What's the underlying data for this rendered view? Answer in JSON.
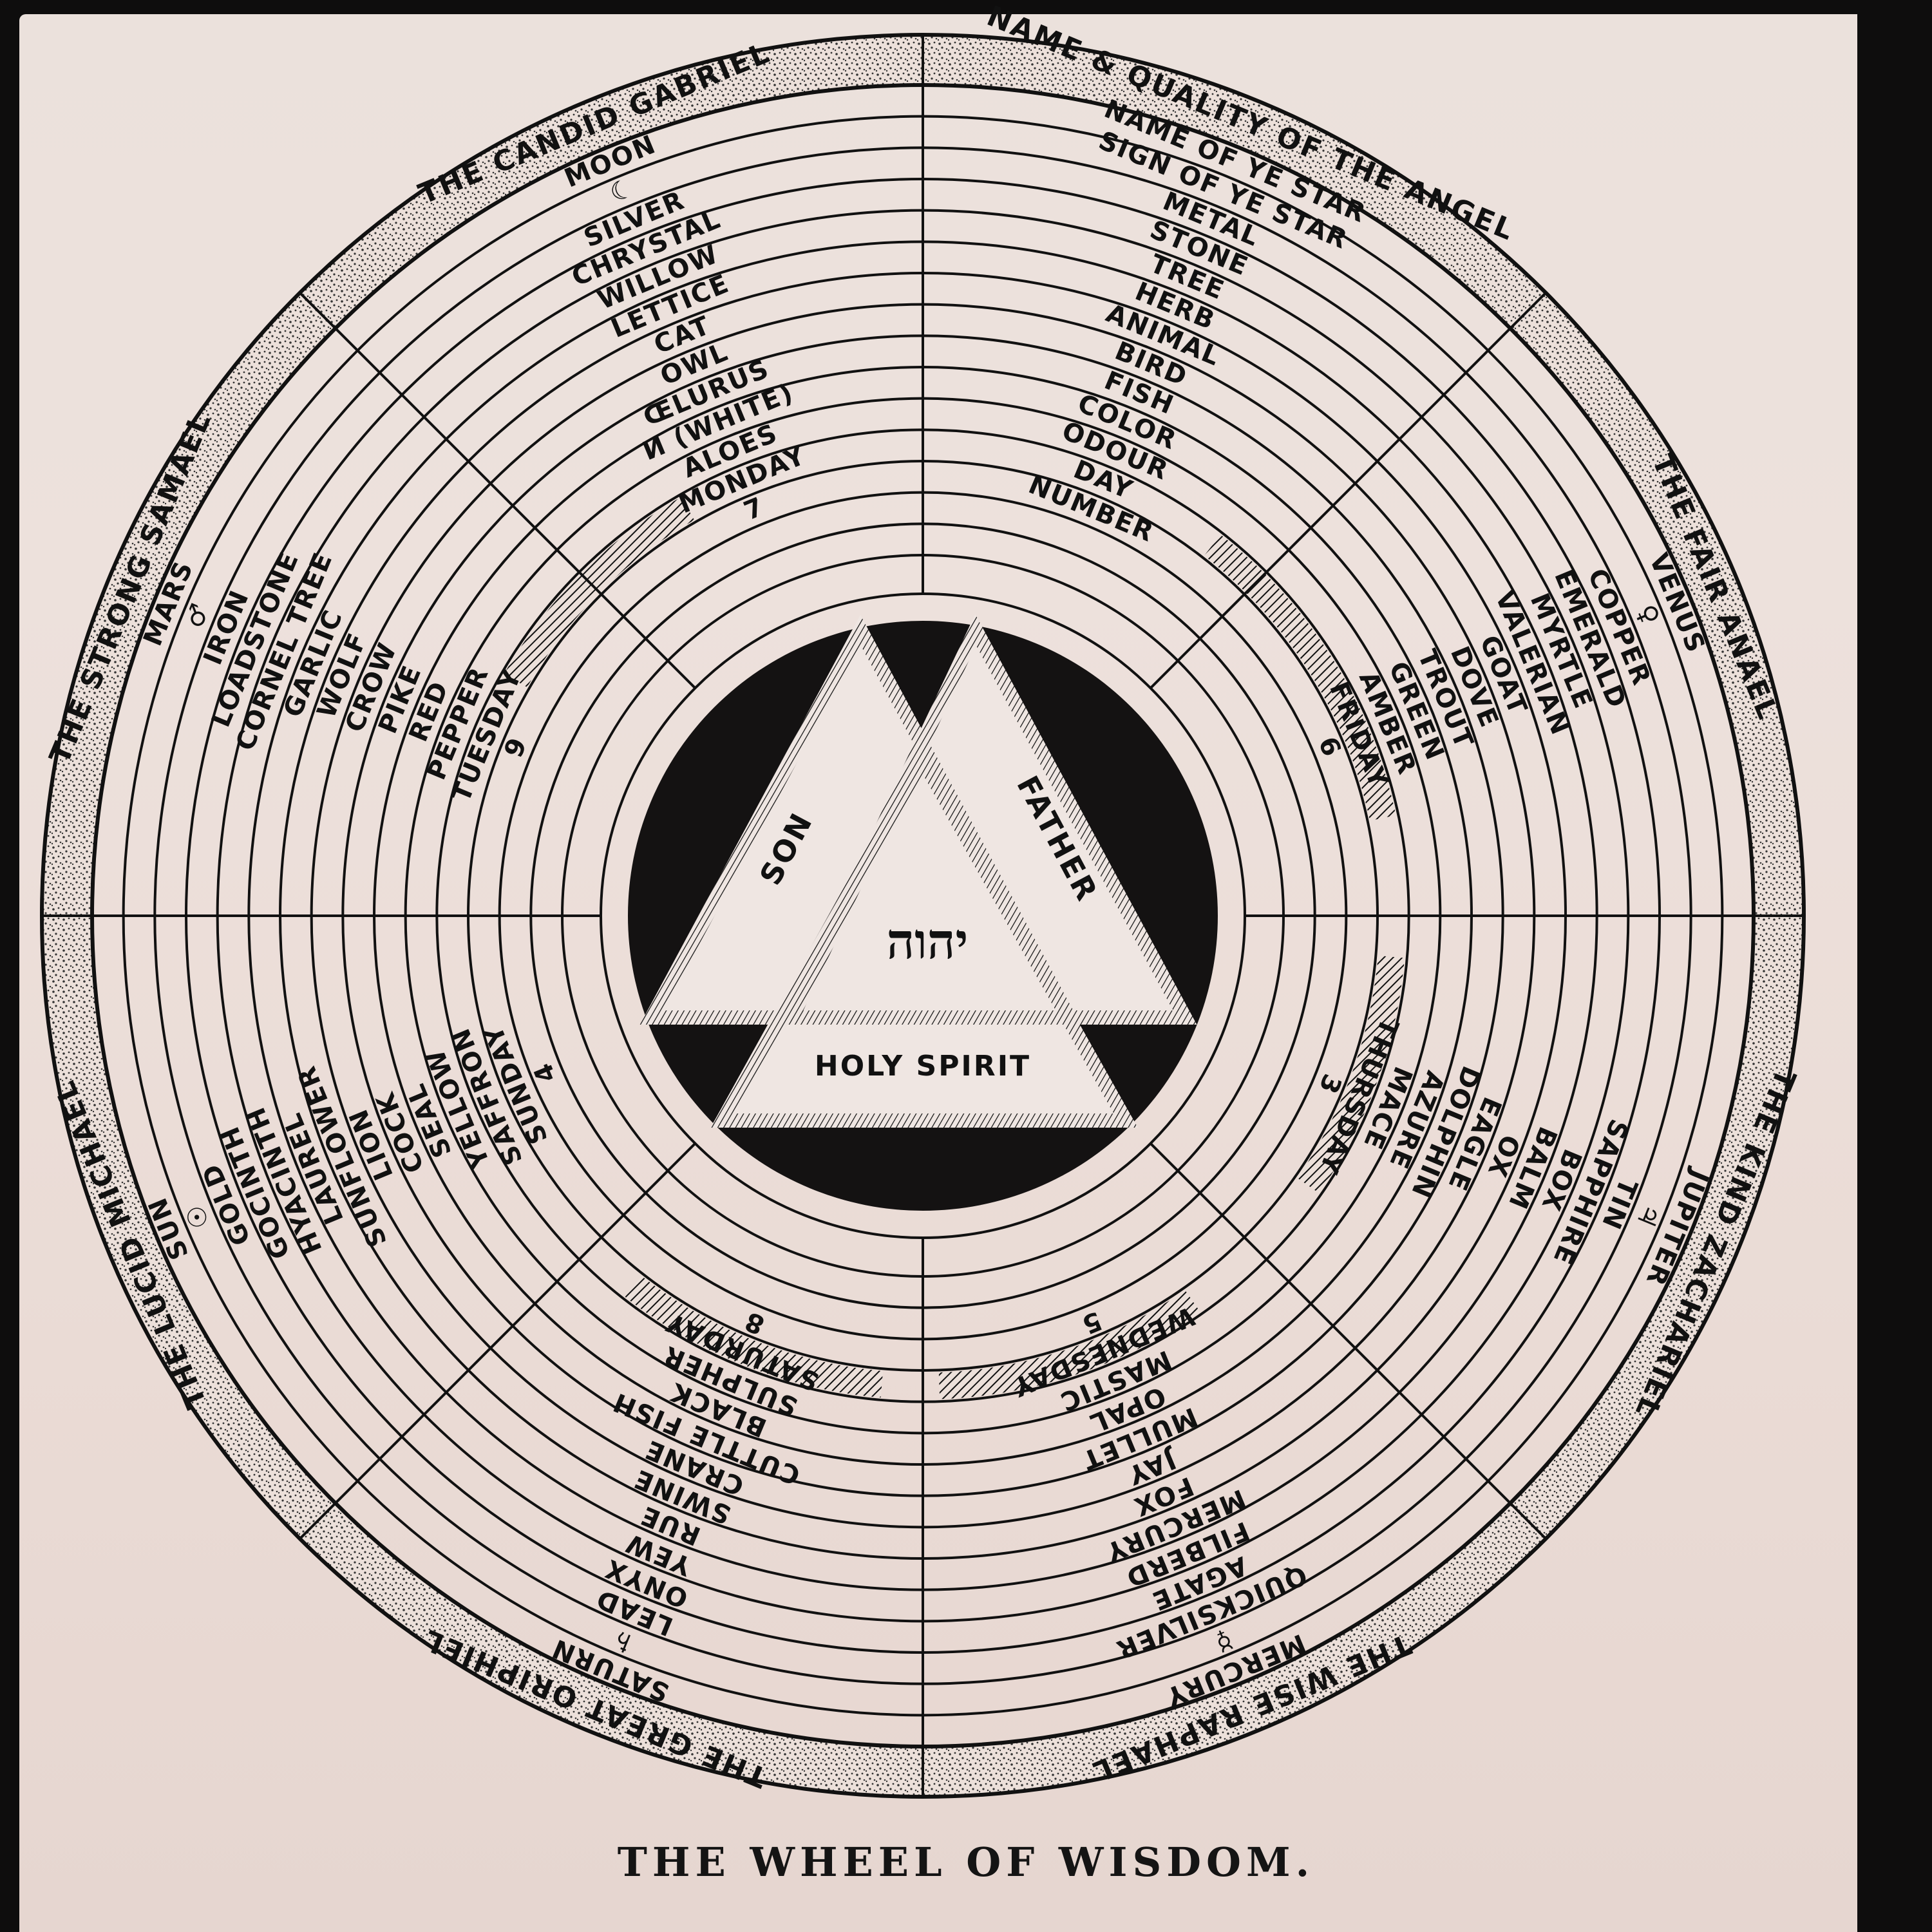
{
  "caption": "THE WHEEL OF WISDOM.",
  "legend_labels": [
    "NAME & QUALITY OF THE ANGEL",
    "NAME OF YE STAR",
    "SIGN OF YE STAR",
    "METAL",
    "STONE",
    "TREE",
    "HERB",
    "ANIMAL",
    "BIRD",
    "FISH",
    "COLOR",
    "ODOUR",
    "DAY",
    "NUMBER"
  ],
  "sectors": [
    {
      "id": "moon",
      "labels": [
        "THE CANDID GABRIEL",
        "MOON",
        "☾",
        "SILVER",
        "CHRYSTAL",
        "WILLOW",
        "LETTICE",
        "CAT",
        "OWL",
        "ŒLURUS",
        "Ͷ (WHITE)",
        "ALOES",
        "MONDAY",
        "7"
      ]
    },
    {
      "id": "mars",
      "labels": [
        "THE STRONG SAMAEL",
        "MARS",
        "♂",
        "IRON",
        "LOADSTONE",
        "CORNEL TREE",
        "GARLIC",
        "WOLF",
        "CROW",
        "PIKE",
        "RED",
        "PEPPER",
        "TUESDAY",
        "9"
      ]
    },
    {
      "id": "sun",
      "labels": [
        "THE LUCID MICHAEL",
        "SUN",
        "☉",
        "GOLD",
        "GOCINTH",
        "HYACINTH",
        "LAUREL",
        "SUNFLOWER",
        "LION",
        "COCK",
        "SEAL",
        "YELLOW",
        "SAFFRON",
        "SUNDAY",
        "4"
      ]
    },
    {
      "id": "saturn",
      "labels": [
        "THE GREAT ORIPHIEL",
        "SATURN",
        "♄",
        "LEAD",
        "ONYX",
        "YEW",
        "RUE",
        "SWINE",
        "CRANE",
        "CUTTLE FISH",
        "BLACK",
        "SULPHER",
        "SATURDAY",
        "8"
      ]
    },
    {
      "id": "mercury",
      "labels": [
        "THE WISE RAPHAEL",
        "MERCURY",
        "☿",
        "QUICKSILVER",
        "AGATE",
        "FILBERD",
        "MERCURY",
        "FOX",
        "JAY",
        "MULLET",
        "OPAL",
        "MASTIC",
        "WEDNESDAY",
        "5"
      ]
    },
    {
      "id": "jupiter",
      "labels": [
        "THE KIND ZACHARIEL",
        "JUPITER",
        "♃",
        "TIN",
        "SAPPHIRE",
        "BOX",
        "BALM",
        "OX",
        "EAGLE",
        "DOLPHIN",
        "AZURE",
        "MACE",
        "THURSDAY",
        "3"
      ]
    },
    {
      "id": "venus",
      "labels": [
        "THE FAIR ANAEL",
        "VENUS",
        "♀",
        "COPPER",
        "EMERALD",
        "MYRTLE",
        "VALERIAN",
        "GOAT",
        "DOVE",
        "TROUT",
        "GREEN",
        "AMBER",
        "FRIDAY",
        "6"
      ]
    }
  ],
  "trinity": {
    "son": "SON",
    "father": "FATHER",
    "holy_spirit": "HOLY SPIRIT",
    "name": "יהוה"
  }
}
